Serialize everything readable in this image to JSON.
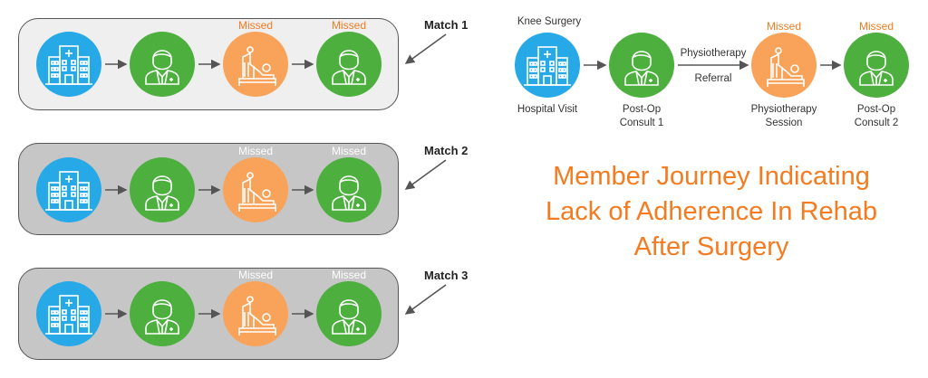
{
  "colors": {
    "blue": "#27a9e8",
    "green": "#4caf3e",
    "orange": "#f9a35a",
    "missed_orange": "#f47b20",
    "box_light": "#efefef",
    "box_dark": "#c6c6c6",
    "title": "#f47b20"
  },
  "matches": [
    {
      "label": "Match 1",
      "missed_1": "Missed",
      "missed_2": "Missed"
    },
    {
      "label": "Match 2",
      "missed_1": "Missed",
      "missed_2": "Missed"
    },
    {
      "label": "Match 3",
      "missed_1": "Missed",
      "missed_2": "Missed"
    }
  ],
  "journey": {
    "top_label": "Knee Surgery",
    "missed_1": "Missed",
    "missed_2": "Missed",
    "edge_top": "Physiotherapy",
    "edge_bottom": "Referral",
    "node_1": "Hospital Visit",
    "node_2": "Post-Op\nConsult 1",
    "node_3": "Physiotherapy\nSession",
    "node_4": "Post-Op\nConsult 2"
  },
  "title": {
    "line1": "Member Journey Indicating",
    "line2": "Lack of Adherence In Rehab",
    "line3": "After Surgery"
  },
  "icons": [
    "hospital-icon",
    "doctor-icon",
    "physiotherapy-icon"
  ]
}
